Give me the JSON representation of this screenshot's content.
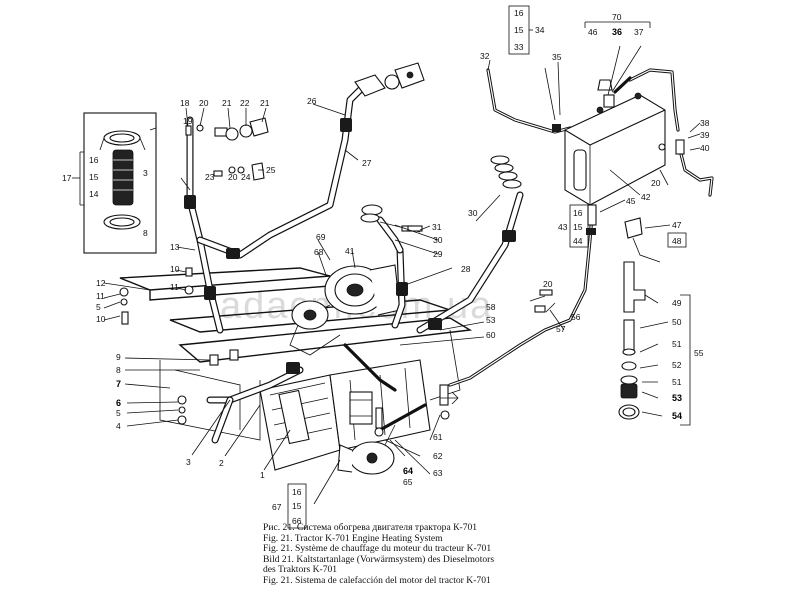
{
  "watermark": "adacm.com.ua",
  "caption": [
    "Рис. 21. Система обогрева двигателя трактора К-701",
    "Fig. 21. Tractor K-701 Engine Heating System",
    "Fig. 21. Système de chauffage du moteur du tracteur K-701",
    "Bild 21. Kaltstartanlage (Vorwärmsystem) des Dieselmotors",
    "des Traktors K-701",
    "Fig. 21. Sistema de calefacción del motor del tractor K-701"
  ],
  "labels": {
    "l1": "1",
    "l2": "2",
    "l3": "3",
    "l4": "4",
    "l5": "5",
    "l5b": "5",
    "l6": "6",
    "l7": "7",
    "l8": "8",
    "l8b": "8",
    "l9": "9",
    "l10": "10",
    "l10b": "10",
    "l11": "11",
    "l11b": "11",
    "l12": "12",
    "l13": "13",
    "l14": "14",
    "l15": "15",
    "l16": "16",
    "l17": "17",
    "l18": "18",
    "l19": "19",
    "l20": "20",
    "l20b": "20",
    "l20c": "20",
    "l20d": "20",
    "l21": "21",
    "l21b": "21",
    "l22": "22",
    "l23": "23",
    "l24": "24",
    "l25": "25",
    "l26": "26",
    "l27": "27",
    "l28": "28",
    "l29": "29",
    "l30": "30",
    "l31": "31",
    "l32": "32",
    "l33": "33",
    "l34": "34",
    "l35": "35",
    "l36": "36",
    "l37": "37",
    "l38": "38",
    "l39": "39",
    "l40": "40",
    "l41": "41",
    "l42": "42",
    "l43": "43",
    "l44": "44",
    "l45": "45",
    "l46": "46",
    "l47": "47",
    "l48": "48",
    "l49": "49",
    "l50": "50",
    "l51": "51",
    "l51b": "51",
    "l52": "52",
    "l53": "53",
    "l53b": "53",
    "l54": "54",
    "l55": "55",
    "l56": "56",
    "l57": "57",
    "l58": "58",
    "l60": "60",
    "l61": "61",
    "l62": "62",
    "l63": "63",
    "l64": "64",
    "l65": "65",
    "l66": "66",
    "l67": "67",
    "l68": "68",
    "l69": "69",
    "l70": "70",
    "b16a": "16",
    "b15a": "15",
    "b33": "33",
    "b16b": "16",
    "b15b": "15",
    "b44": "44",
    "b16c": "16",
    "b15c": "15",
    "b66": "66"
  }
}
